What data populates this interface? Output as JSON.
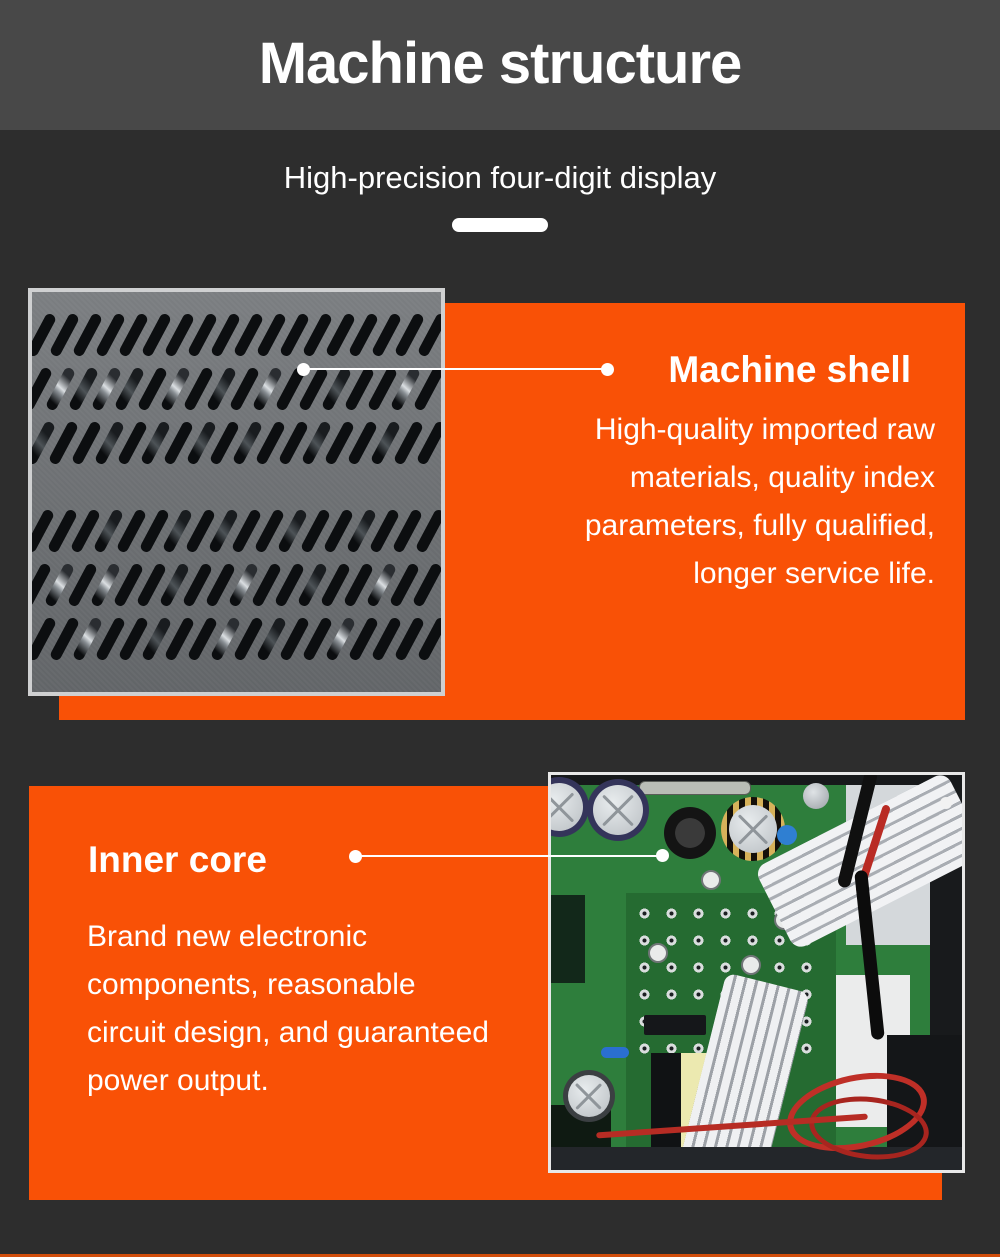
{
  "banner": {
    "title": "Machine structure",
    "subtitle": "High-precision four-digit display"
  },
  "sections": [
    {
      "title": "Machine shell",
      "lines": [
        "High-quality imported raw",
        "materials, quality index",
        "parameters, fully qualified,",
        "longer service life."
      ],
      "photo_alt": "machine-shell-vent-panel-photo"
    },
    {
      "title": "Inner core",
      "lines": [
        "Brand new electronic",
        "components, reasonable",
        "circuit design, and guaranteed",
        "power output."
      ],
      "photo_alt": "power-supply-circuit-board-photo"
    }
  ],
  "colors": {
    "accent_orange": "#f95106",
    "header_gray": "#484848",
    "background_dark": "#2d2d2d",
    "text_white": "#ffffff",
    "bottom_line_orange": "#d14e0c"
  }
}
